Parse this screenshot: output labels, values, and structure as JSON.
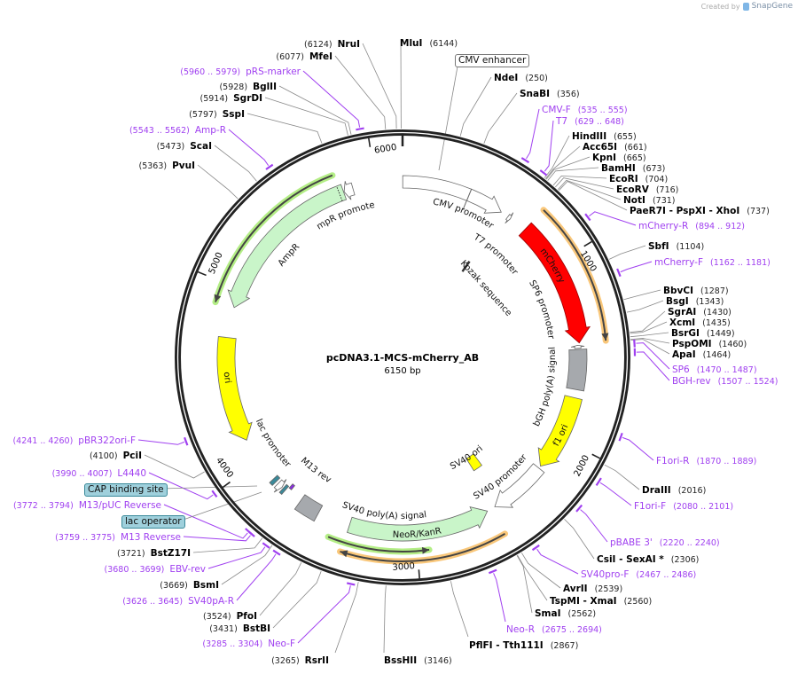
{
  "watermark": {
    "prefix": "Created by",
    "brand": "SnapGene",
    "icon": "snapgene-logo-icon"
  },
  "map": {
    "title": "pcDNA3.1-MCS-mCherry_AB",
    "length_label": "6150 bp",
    "length_bp": 6150,
    "ticks": [
      {
        "bp": 1000,
        "label": "1000"
      },
      {
        "bp": 2000,
        "label": "2000"
      },
      {
        "bp": 3000,
        "label": "3000"
      },
      {
        "bp": 4000,
        "label": "4000"
      },
      {
        "bp": 5000,
        "label": "5000"
      },
      {
        "bp": 6000,
        "label": "6000"
      }
    ]
  },
  "colors": {
    "primer": "#a040f0",
    "mcherry": "#ff0000",
    "ori": "#ffff00",
    "resistance": "#c9f5c9",
    "polyA": "#a6a9ad",
    "lac": "#3a8a9a",
    "orf_orange": "#f9c77a",
    "orf_green": "#b4ee86",
    "backbone": "#222222"
  },
  "enzymes": [
    {
      "name": "MluI",
      "pos": "(6144)",
      "bp": 6144
    },
    {
      "name": "NruI",
      "pos": "(6124)",
      "bp": 6124
    },
    {
      "name": "MfeI",
      "pos": "(6077)",
      "bp": 6077
    },
    {
      "name": "BglII",
      "pos": "(5928)",
      "bp": 5928
    },
    {
      "name": "SgrDI",
      "pos": "(5914)",
      "bp": 5914
    },
    {
      "name": "SspI",
      "pos": "(5797)",
      "bp": 5797
    },
    {
      "name": "ScaI",
      "pos": "(5473)",
      "bp": 5473
    },
    {
      "name": "PvuI",
      "pos": "(5363)",
      "bp": 5363
    },
    {
      "name": "NdeI",
      "pos": "(250)",
      "bp": 250
    },
    {
      "name": "SnaBI",
      "pos": "(356)",
      "bp": 356
    },
    {
      "name": "HindIII",
      "pos": "(655)",
      "bp": 655
    },
    {
      "name": "Acc65I",
      "pos": "(661)",
      "bp": 661
    },
    {
      "name": "KpnI",
      "pos": "(665)",
      "bp": 665
    },
    {
      "name": "BamHI",
      "pos": "(673)",
      "bp": 673
    },
    {
      "name": "EcoRI",
      "pos": "(704)",
      "bp": 704
    },
    {
      "name": "EcoRV",
      "pos": "(716)",
      "bp": 716
    },
    {
      "name": "NotI",
      "pos": "(731)",
      "bp": 731
    },
    {
      "name": "PaeR7I  - PspXI  - XhoI",
      "pos": "(737)",
      "bp": 737
    },
    {
      "name": "SbfI",
      "pos": "(1104)",
      "bp": 1104
    },
    {
      "name": "BbvCI",
      "pos": "(1287)",
      "bp": 1287
    },
    {
      "name": "BsgI",
      "pos": "(1343)",
      "bp": 1343
    },
    {
      "name": "SgrAI",
      "pos": "(1430)",
      "bp": 1430
    },
    {
      "name": "XcmI",
      "pos": "(1435)",
      "bp": 1435
    },
    {
      "name": "BsrGI",
      "pos": "(1449)",
      "bp": 1449
    },
    {
      "name": "PspOMI",
      "pos": "(1460)",
      "bp": 1460
    },
    {
      "name": "ApaI",
      "pos": "(1464)",
      "bp": 1464
    },
    {
      "name": "DraIII",
      "pos": "(2016)",
      "bp": 2016
    },
    {
      "name": "CsiI  - SexAI *",
      "pos": "(2306)",
      "bp": 2306
    },
    {
      "name": "AvrII",
      "pos": "(2539)",
      "bp": 2539
    },
    {
      "name": "TspMI  - XmaI",
      "pos": "(2560)",
      "bp": 2560
    },
    {
      "name": "SmaI",
      "pos": "(2562)",
      "bp": 2562
    },
    {
      "name": "PflFI  - Tth111I",
      "pos": "(2867)",
      "bp": 2867
    },
    {
      "name": "BssHII",
      "pos": "(3146)",
      "bp": 3146
    },
    {
      "name": "RsrII",
      "pos": "(3265)",
      "bp": 3265
    },
    {
      "name": "BstBI",
      "pos": "(3431)",
      "bp": 3431
    },
    {
      "name": "PfoI",
      "pos": "(3524)",
      "bp": 3524
    },
    {
      "name": "BsmI",
      "pos": "(3669)",
      "bp": 3669
    },
    {
      "name": "BstZ17I",
      "pos": "(3721)",
      "bp": 3721
    },
    {
      "name": "PciI",
      "pos": "(4100)",
      "bp": 4100
    }
  ],
  "primers": [
    {
      "name": "pRS-marker",
      "range": "(5960 .. 5979)",
      "start": 5960,
      "end": 5979
    },
    {
      "name": "Amp-R",
      "range": "(5543 .. 5562)",
      "start": 5543,
      "end": 5562
    },
    {
      "name": "CMV-F",
      "range": "(535 .. 555)",
      "start": 535,
      "end": 555
    },
    {
      "name": "T7",
      "range": "(629 .. 648)",
      "start": 629,
      "end": 648
    },
    {
      "name": "mCherry-R",
      "range": "(894 .. 912)",
      "start": 894,
      "end": 912
    },
    {
      "name": "mCherry-F",
      "range": "(1162 .. 1181)",
      "start": 1162,
      "end": 1181
    },
    {
      "name": "SP6",
      "range": "(1470 .. 1487)",
      "start": 1470,
      "end": 1487
    },
    {
      "name": "BGH-rev",
      "range": "(1507 .. 1524)",
      "start": 1507,
      "end": 1524
    },
    {
      "name": "F1ori-R",
      "range": "(1870 .. 1889)",
      "start": 1870,
      "end": 1889
    },
    {
      "name": "F1ori-F",
      "range": "(2080 .. 2101)",
      "start": 2080,
      "end": 2101
    },
    {
      "name": "pBABE 3'",
      "range": "(2220 .. 2240)",
      "start": 2220,
      "end": 2240
    },
    {
      "name": "SV40pro-F",
      "range": "(2467 .. 2486)",
      "start": 2467,
      "end": 2486
    },
    {
      "name": "Neo-R",
      "range": "(2675 .. 2694)",
      "start": 2675,
      "end": 2694
    },
    {
      "name": "Neo-F",
      "range": "(3285 .. 3304)",
      "start": 3285,
      "end": 3304
    },
    {
      "name": "SV40pA-R",
      "range": "(3626 .. 3645)",
      "start": 3626,
      "end": 3645
    },
    {
      "name": "EBV-rev",
      "range": "(3680 .. 3699)",
      "start": 3680,
      "end": 3699
    },
    {
      "name": "M13 Reverse",
      "range": "(3759 .. 3775)",
      "start": 3759,
      "end": 3775
    },
    {
      "name": "M13/pUC Reverse",
      "range": "(3772 .. 3794)",
      "start": 3772,
      "end": 3794
    },
    {
      "name": "L4440",
      "range": "(3990 .. 4007)",
      "start": 3990,
      "end": 4007
    },
    {
      "name": "pBR322ori-F",
      "range": "(4241 .. 4260)",
      "start": 4241,
      "end": 4260
    }
  ],
  "boxed_features": [
    {
      "name": "CMV enhancer",
      "bp": 190,
      "style": "plain"
    },
    {
      "name": "CAP binding site",
      "bp": 3860,
      "style": "teal"
    },
    {
      "name": "lac operator",
      "bp": 3790,
      "style": "teal"
    }
  ],
  "features": [
    {
      "id": "cmv-enhancer",
      "name": "CMV enhancer",
      "start": 1,
      "end": 380,
      "dir": 0,
      "color": "#ffffff"
    },
    {
      "id": "cmv-promoter",
      "name": "CMV promoter",
      "start": 381,
      "end": 584,
      "dir": 1,
      "color": "#ffffff"
    },
    {
      "id": "t7-promoter",
      "name": "T7 promoter",
      "start": 629,
      "end": 647,
      "dir": 1,
      "color": "#ffffff"
    },
    {
      "id": "kozak",
      "name": "Kozak sequence",
      "start": 737,
      "end": 746,
      "dir": 0,
      "color": "#ffffff"
    },
    {
      "id": "mcherry",
      "name": "mCherry",
      "start": 747,
      "end": 1457,
      "dir": 1,
      "color": "#ff0000"
    },
    {
      "id": "sp6-promoter",
      "name": "SP6 promoter",
      "start": 1470,
      "end": 1487,
      "dir": -1,
      "color": "#ffffff"
    },
    {
      "id": "bgh-polya",
      "name": "bGH poly(A) signal",
      "start": 1493,
      "end": 1717,
      "dir": 0,
      "color": "#a6a9ad"
    },
    {
      "id": "f1-ori",
      "name": "f1 ori",
      "start": 1763,
      "end": 2191,
      "dir": 1,
      "color": "#ffff00"
    },
    {
      "id": "sv40-promoter",
      "name": "SV40 promoter",
      "start": 2205,
      "end": 2534,
      "dir": 1,
      "color": "#ffffff"
    },
    {
      "id": "sv40-ori",
      "name": "SV40 ori",
      "start": 2455,
      "end": 2525,
      "dir": 0,
      "color": "#ffff00"
    },
    {
      "id": "neor",
      "name": "NeoR/KanR",
      "start": 2581,
      "end": 3375,
      "dir": -1,
      "color": "#c9f5c9"
    },
    {
      "id": "sv40-polya",
      "name": "SV40 poly(A) signal",
      "start": 3560,
      "end": 3680,
      "dir": 0,
      "color": "#a6a9ad"
    },
    {
      "id": "m13-rev",
      "name": "M13 rev",
      "start": 3759,
      "end": 3775,
      "dir": 0,
      "color": "#8a2be2"
    },
    {
      "id": "lac-operator",
      "name": "lac operator",
      "start": 3783,
      "end": 3799,
      "dir": 0,
      "color": "#3a8a9a"
    },
    {
      "id": "lac-promoter",
      "name": "lac promoter",
      "start": 3807,
      "end": 3837,
      "dir": -1,
      "color": "#ffffff"
    },
    {
      "id": "cap-site",
      "name": "CAP binding site",
      "start": 3852,
      "end": 3873,
      "dir": 0,
      "color": "#3a8a9a"
    },
    {
      "id": "ori",
      "name": "ori",
      "start": 4135,
      "end": 4723,
      "dir": -1,
      "color": "#ffff00"
    },
    {
      "id": "ampr",
      "name": "AmpR",
      "start": 4894,
      "end": 5815,
      "dir": -1,
      "color": "#c9f5c9"
    },
    {
      "id": "ampr-promoter",
      "name": "AmpR promoter",
      "start": 5818,
      "end": 5870,
      "dir": -1,
      "color": "#ffffff"
    }
  ],
  "orfs": [
    {
      "start": 747,
      "end": 1457,
      "dir": 1,
      "color": "#f9c77a"
    },
    {
      "start": 4894,
      "end": 5790,
      "dir": -1,
      "color": "#b4ee86"
    },
    {
      "start": 2940,
      "end": 3460,
      "dir": -1,
      "color": "#b4ee86"
    },
    {
      "start": 2560,
      "end": 3380,
      "dir": 1,
      "color": "#f9c77a"
    }
  ]
}
